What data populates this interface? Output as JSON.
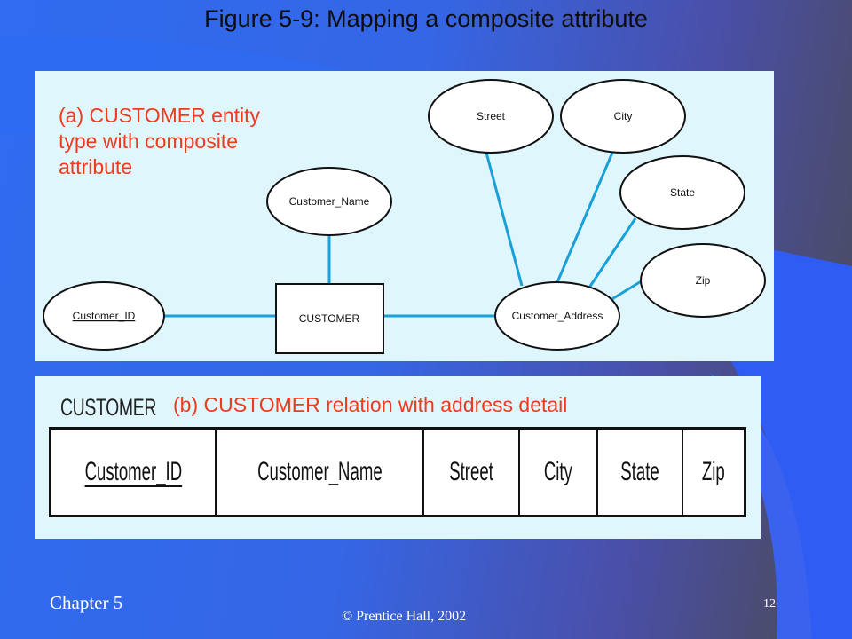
{
  "title": "Figure 5-9: Mapping a composite attribute",
  "panel_a": {
    "caption": "(a) CUSTOMER entity type with composite attribute",
    "entity": "CUSTOMER",
    "attributes": {
      "customer_id": "Customer_ID",
      "customer_name": "Customer_Name",
      "customer_address": "Customer_Address",
      "street": "Street",
      "city": "City",
      "state": "State",
      "zip": "Zip"
    }
  },
  "panel_b": {
    "caption": "(b) CUSTOMER relation with address detail",
    "relation_name": "CUSTOMER",
    "columns": [
      "Customer_ID",
      "Customer_Name",
      "Street",
      "City",
      "State",
      "Zip"
    ],
    "primary_key": "Customer_ID"
  },
  "footer": {
    "chapter": "Chapter 5",
    "copyright": "© Prentice Hall, 2002",
    "page": "12"
  },
  "colors": {
    "connector": "#1aa0d8",
    "caption": "#f03a1e",
    "panel": "#dff6fd"
  }
}
